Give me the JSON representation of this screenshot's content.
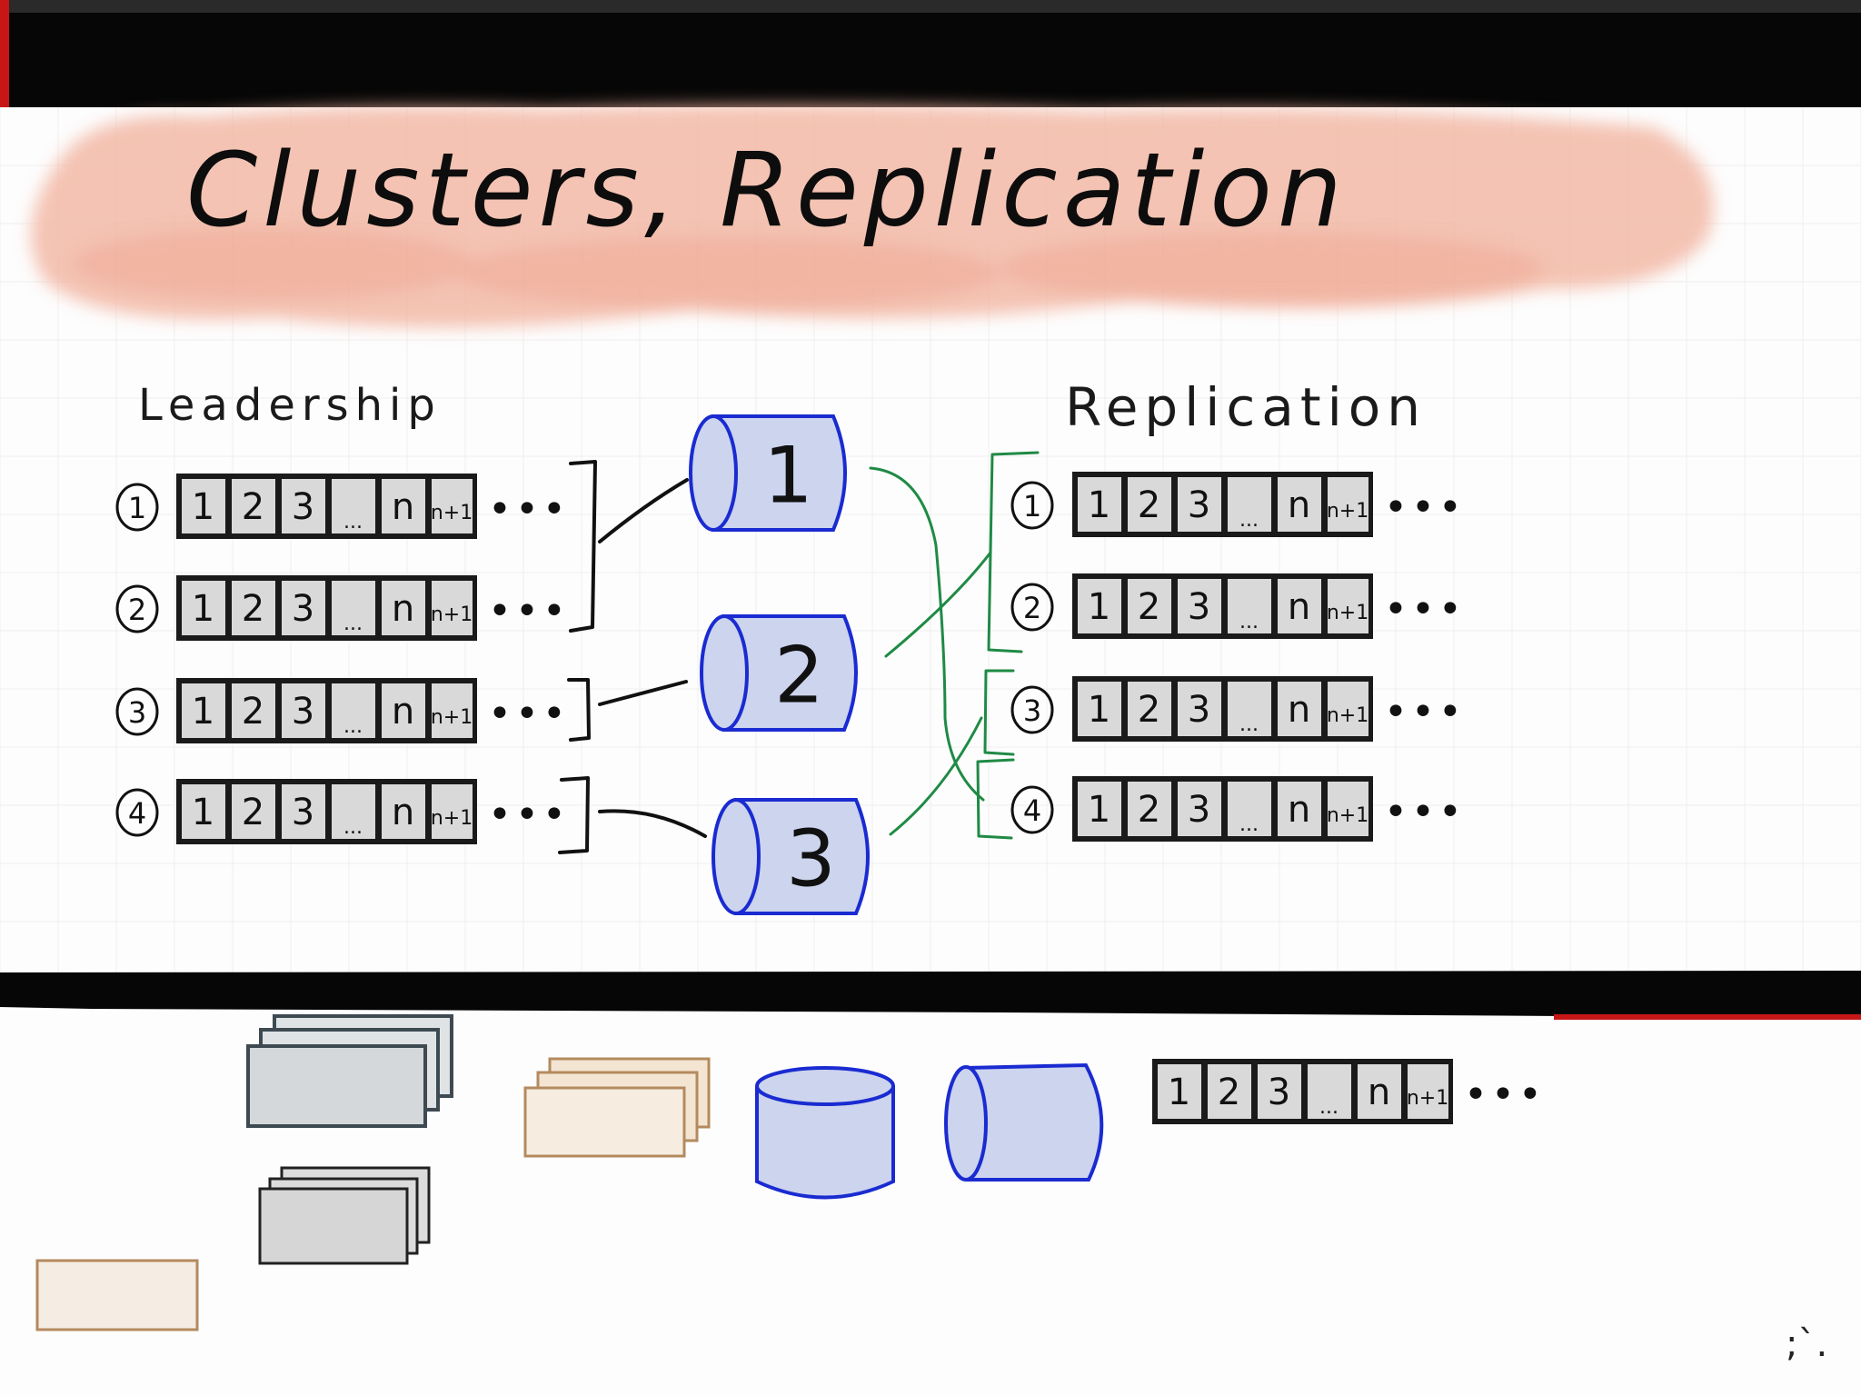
{
  "title": "Clusters, Replication",
  "left_heading": "Leadership",
  "right_heading": "Replication",
  "log_cells": [
    "1",
    "2",
    "3",
    "...",
    "n",
    "n+1"
  ],
  "ellipsis": "•••",
  "partitions": [
    {
      "label": "1"
    },
    {
      "label": "2"
    },
    {
      "label": "3"
    },
    {
      "label": "4"
    }
  ],
  "brokers": [
    {
      "label": "1"
    },
    {
      "label": "2"
    },
    {
      "label": "3"
    }
  ],
  "colors": {
    "title_wash": "#f2b39f",
    "cylinder_fill": "#ccd4ee",
    "cylinder_stroke": "#1a2bd1",
    "leader_lines": "#111111",
    "replica_lines": "#1f8a45",
    "cell_fill": "#d9d9d9",
    "stack_gray_stroke": "#3e4a52",
    "stack_tan_stroke": "#b48a5e"
  }
}
